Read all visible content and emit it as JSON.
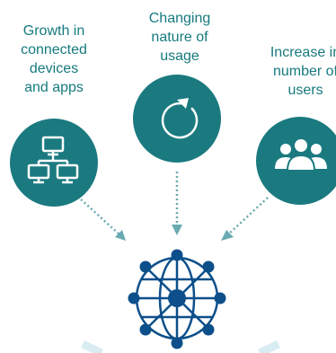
{
  "colors": {
    "teal_text": "#167a7e",
    "teal_circle": "#1a7a80",
    "arrow": "#6aaab0",
    "globe": "#0c4f8a",
    "bottom_lines": "#d8ecf2"
  },
  "factors": [
    {
      "label": "Growth in\nconnected\ndevices\nand apps",
      "icon": "network-computers-icon"
    },
    {
      "label": "Changing\nnature of\nusage",
      "icon": "refresh-cycle-icon"
    },
    {
      "label": "Increase in\nnumber of\nusers",
      "icon": "users-group-icon"
    }
  ],
  "hub": {
    "icon": "globe-network-icon"
  }
}
